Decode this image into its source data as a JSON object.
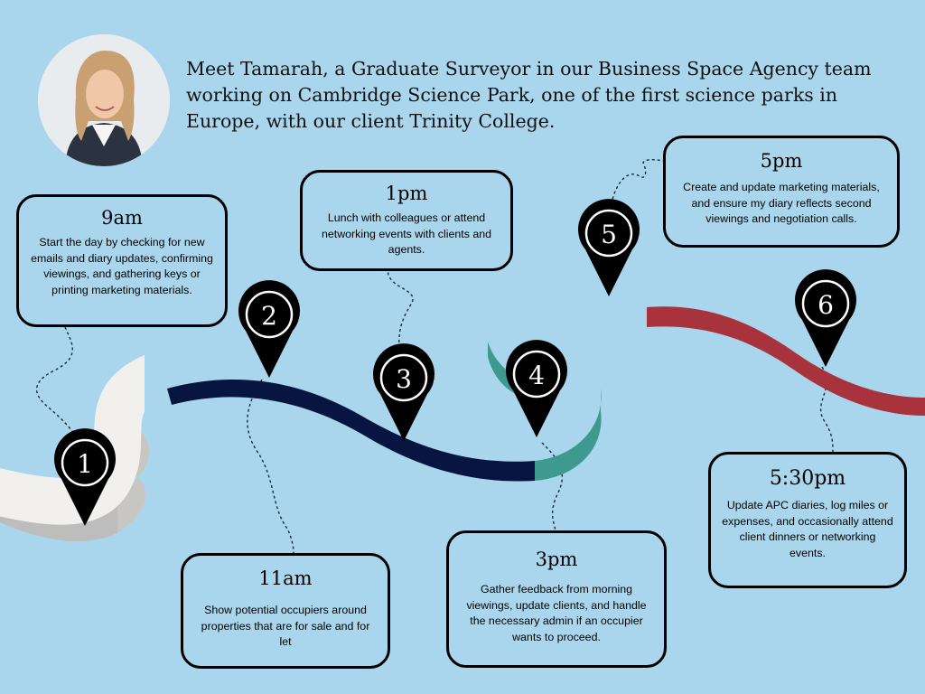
{
  "intro": {
    "text": "Meet Tamarah, a Graduate Surveyor in our Business Space Agency team working on Cambridge Science Park, one of the first science parks in Europe, with our client Trinity College."
  },
  "avatar": {
    "icon": "person-photo-icon"
  },
  "colors": {
    "background": "#a9d6ec",
    "segment_1": "#f2f0ed",
    "segment_2": "#0d2466",
    "segment_3": "#63c1b5",
    "segment_4": "#dd4654",
    "pin": "#000000"
  },
  "milestones": [
    {
      "number": "1",
      "time": "9am",
      "text": "Start the day by checking for new emails and diary updates, confirming viewings, and gathering keys or printing marketing materials."
    },
    {
      "number": "2",
      "time": "11am",
      "text": "Show potential occupiers around properties that are for sale and for let"
    },
    {
      "number": "3",
      "time": "1pm",
      "text": "Lunch with colleagues or attend networking events with clients and agents."
    },
    {
      "number": "4",
      "time": "3pm",
      "text": "Gather feedback from morning viewings, update clients, and handle the necessary admin if an occupier wants to proceed."
    },
    {
      "number": "5",
      "time": "5pm",
      "text": "Create and update marketing materials, and ensure my diary reflects second viewings and negotiation calls."
    },
    {
      "number": "6",
      "time": "5:30pm",
      "text": "Update APC diaries, log miles or expenses, and occasionally attend client dinners or networking events."
    }
  ]
}
